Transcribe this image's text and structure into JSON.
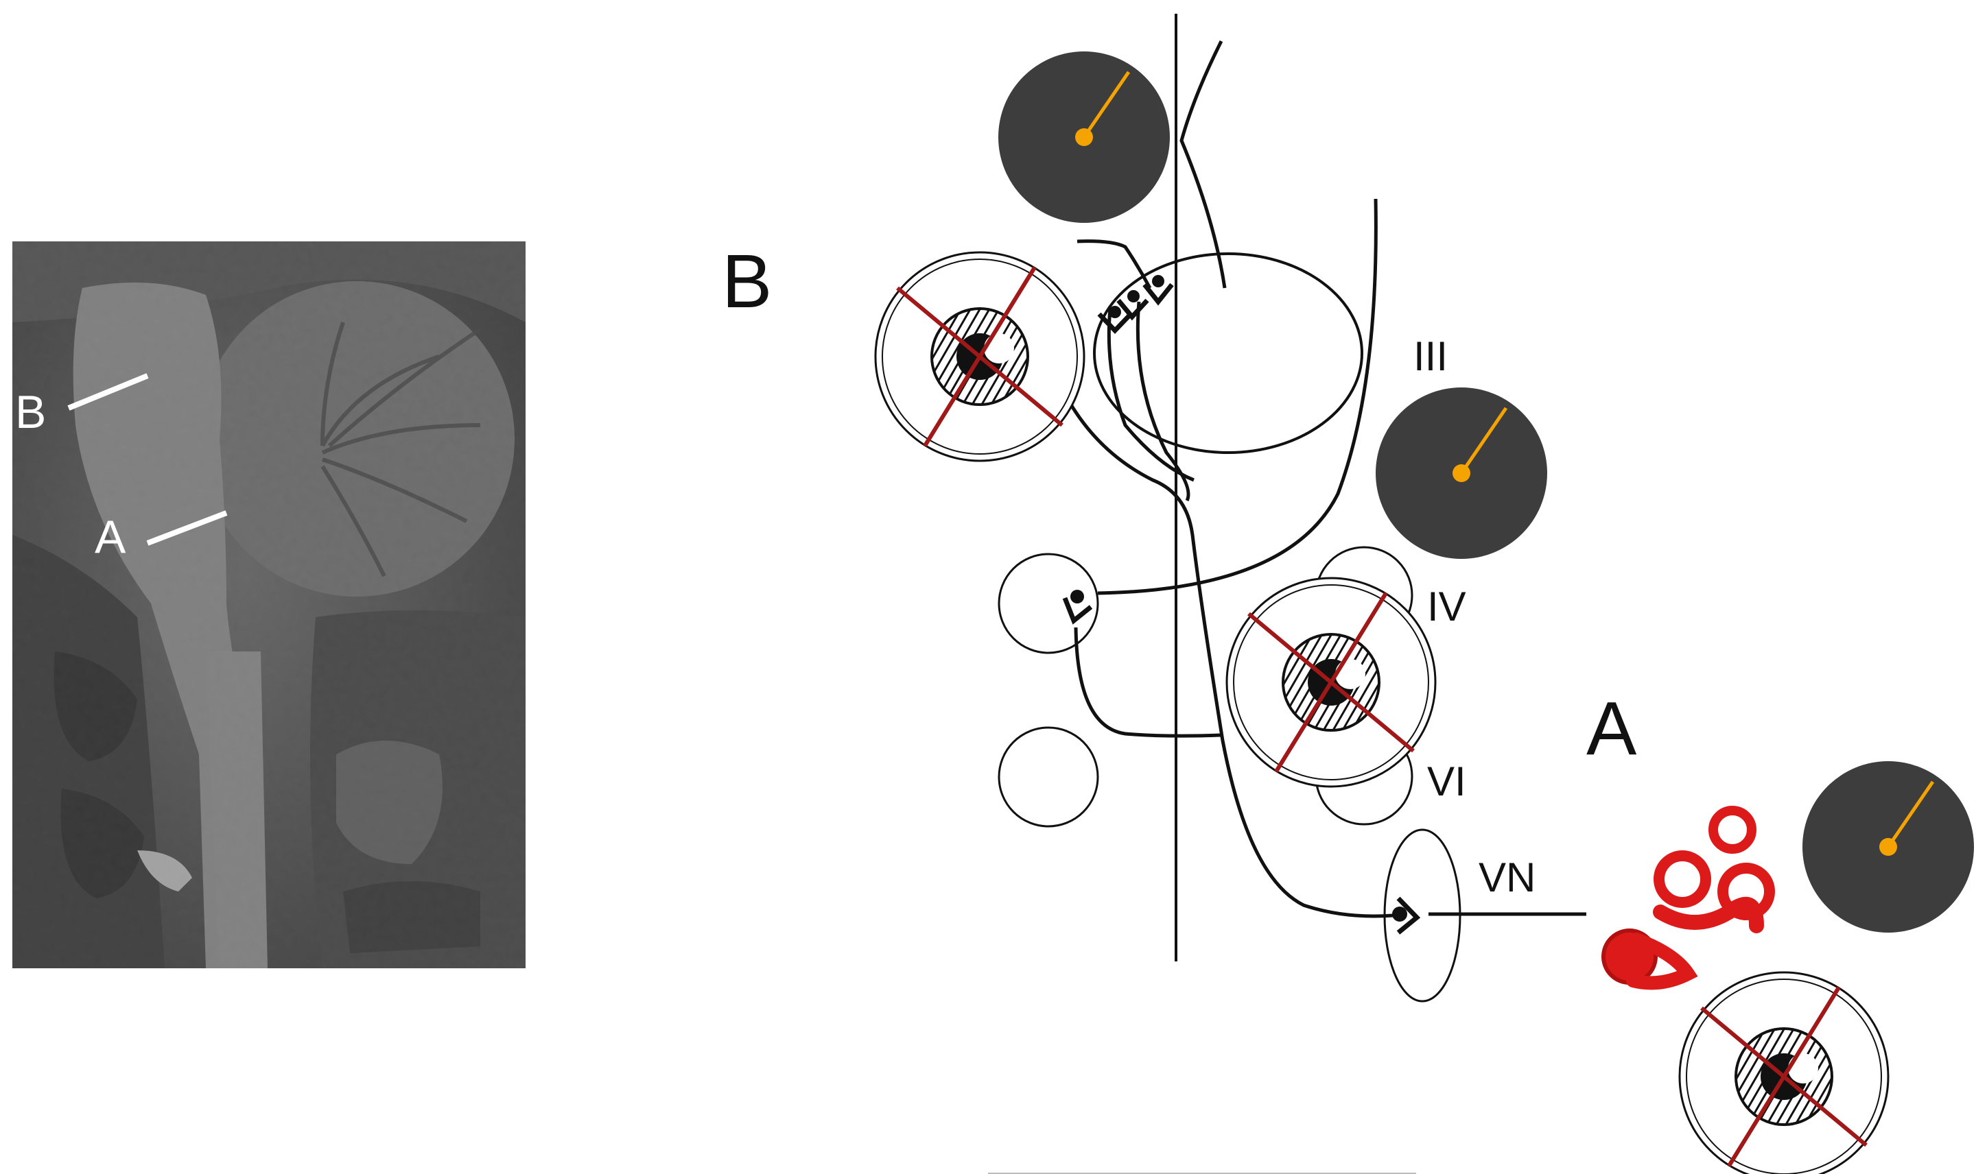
{
  "mri": {
    "labels": {
      "upper": "B",
      "lower": "A"
    }
  },
  "diagram": {
    "panel_labels": {
      "top_left": "B",
      "bottom_right": "A"
    },
    "nuclei_labels": [
      "III",
      "IV",
      "VI",
      "VN"
    ]
  },
  "colors": {
    "eye_dark": "#3d3d3d",
    "gaze_pointer": "#f5a300",
    "cross": "#a01818",
    "labyrinth": "#dd1a1a",
    "line": "#111111"
  }
}
